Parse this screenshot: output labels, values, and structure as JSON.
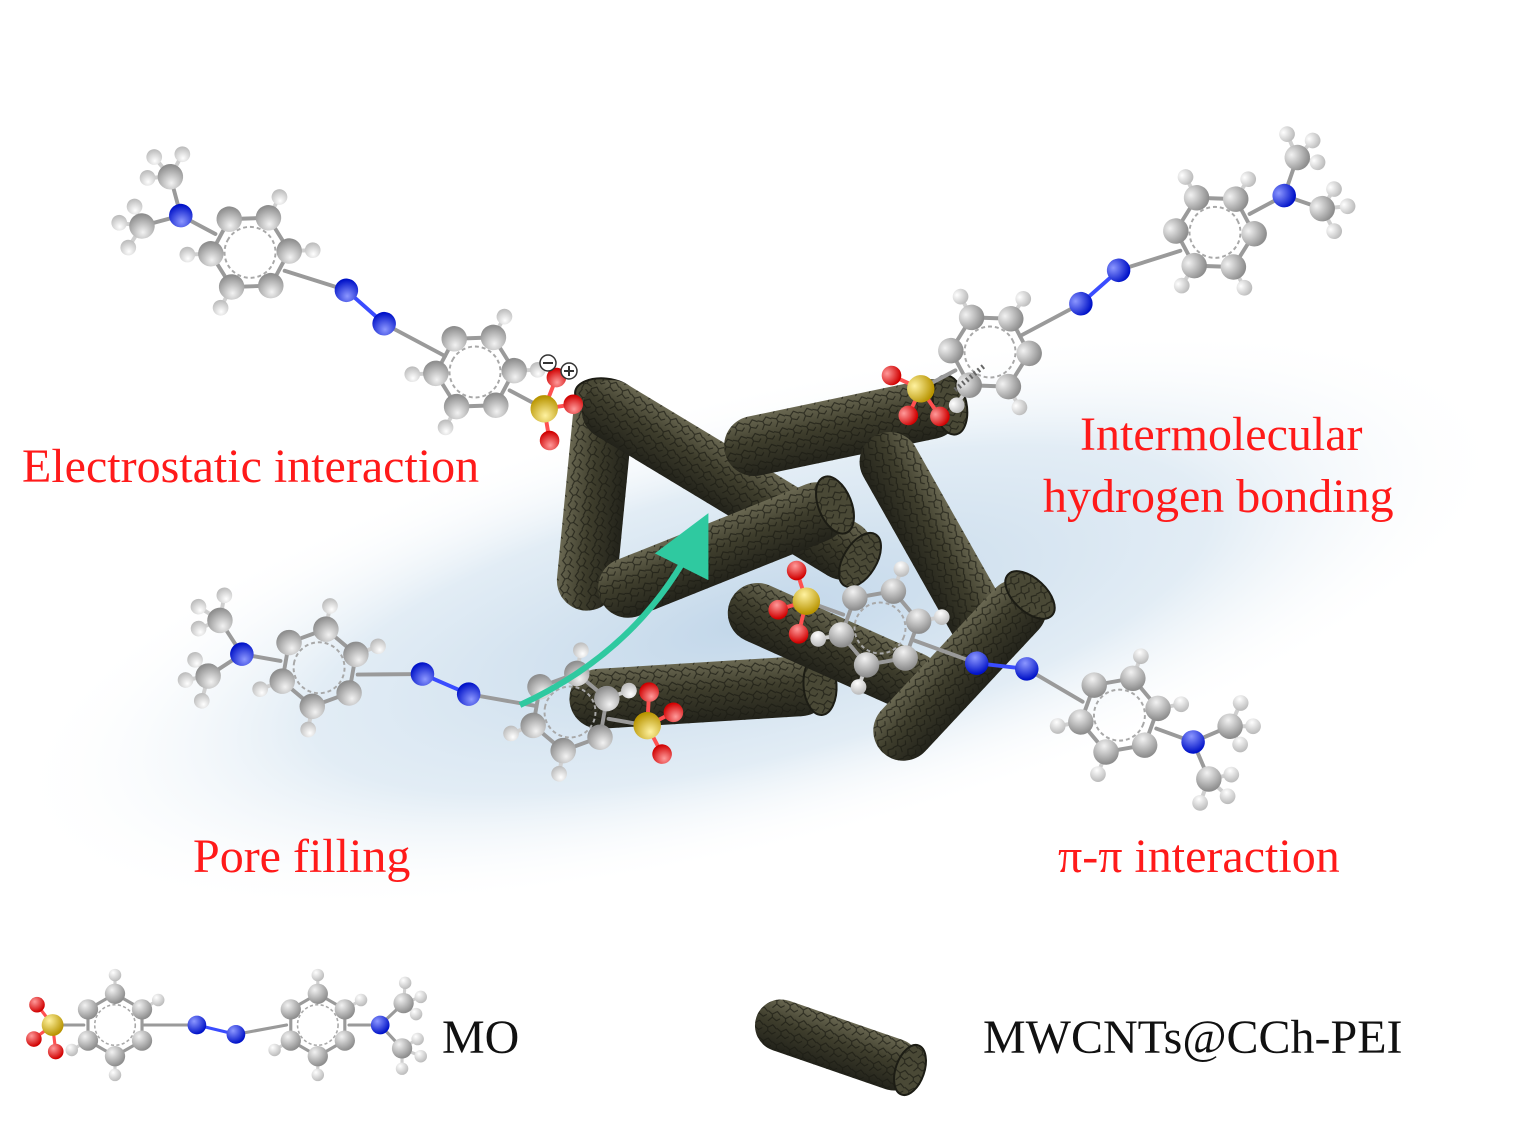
{
  "labels": {
    "electrostatic": "Electrostatic interaction",
    "hbond_line1": "Intermolecular",
    "hbond_line2": "hydrogen bonding",
    "pore": "Pore filling",
    "pipi": "π-π interaction"
  },
  "legend": {
    "mo": "MO",
    "cnt": "MWCNTs@CCh-PEI"
  },
  "colors": {
    "label_red": "#ff1a1a",
    "carbon": "#b8b8b8",
    "hydrogen": "#f4f4f4",
    "nitrogen": "#1a2fff",
    "oxygen": "#ff1010",
    "sulfur": "#e0c020",
    "nanotube": "#3b3a2a",
    "halo": "#c8dcec",
    "arrow": "#2fc9a0"
  }
}
